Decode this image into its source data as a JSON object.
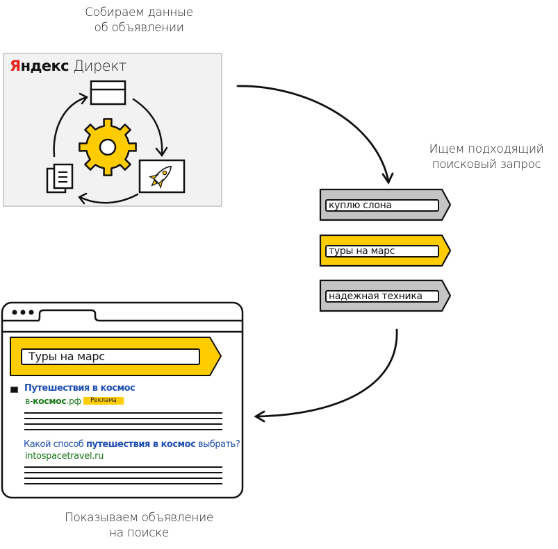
{
  "steps": {
    "collect": {
      "lines": [
        "Собираем данные",
        "об объявлении"
      ]
    },
    "search": {
      "lines": [
        "Ищем подходящий",
        "поисковый запрос"
      ]
    },
    "show": {
      "lines": [
        "Показываем объявление",
        "на поиске"
      ]
    }
  },
  "direct_panel": {
    "logo": {
      "first_letter": "Я",
      "rest": "ндекс",
      "product": "Директ"
    },
    "icons": [
      "card-icon",
      "gear-icon",
      "rocket-banner-icon",
      "documents-icon",
      "cycle-arrow-icon"
    ]
  },
  "queries": [
    {
      "text": "куплю слона",
      "selected": false
    },
    {
      "text": "туры на марс",
      "selected": true
    },
    {
      "text": "надежная техника",
      "selected": false
    }
  ],
  "colors": {
    "accent": "#ffcc00",
    "chip_inactive": "#c4c4c4",
    "logo_red": "#e8231d",
    "link_blue": "#1f4fb0",
    "url_green": "#1a7a1a",
    "panel_bg": "#f2f2f2"
  },
  "browser": {
    "search_query": "Туры на марс",
    "ad": {
      "title": "Путешествия в космос",
      "url_prefix": "в-",
      "url_bold": "космос",
      "url_suffix": ".рф",
      "badge": "Реклама"
    },
    "organic": {
      "title_before": "Какой способ ",
      "title_bold": "путешествия в космос",
      "title_after": " выбрать?",
      "url": "intospacetravel.ru"
    }
  }
}
